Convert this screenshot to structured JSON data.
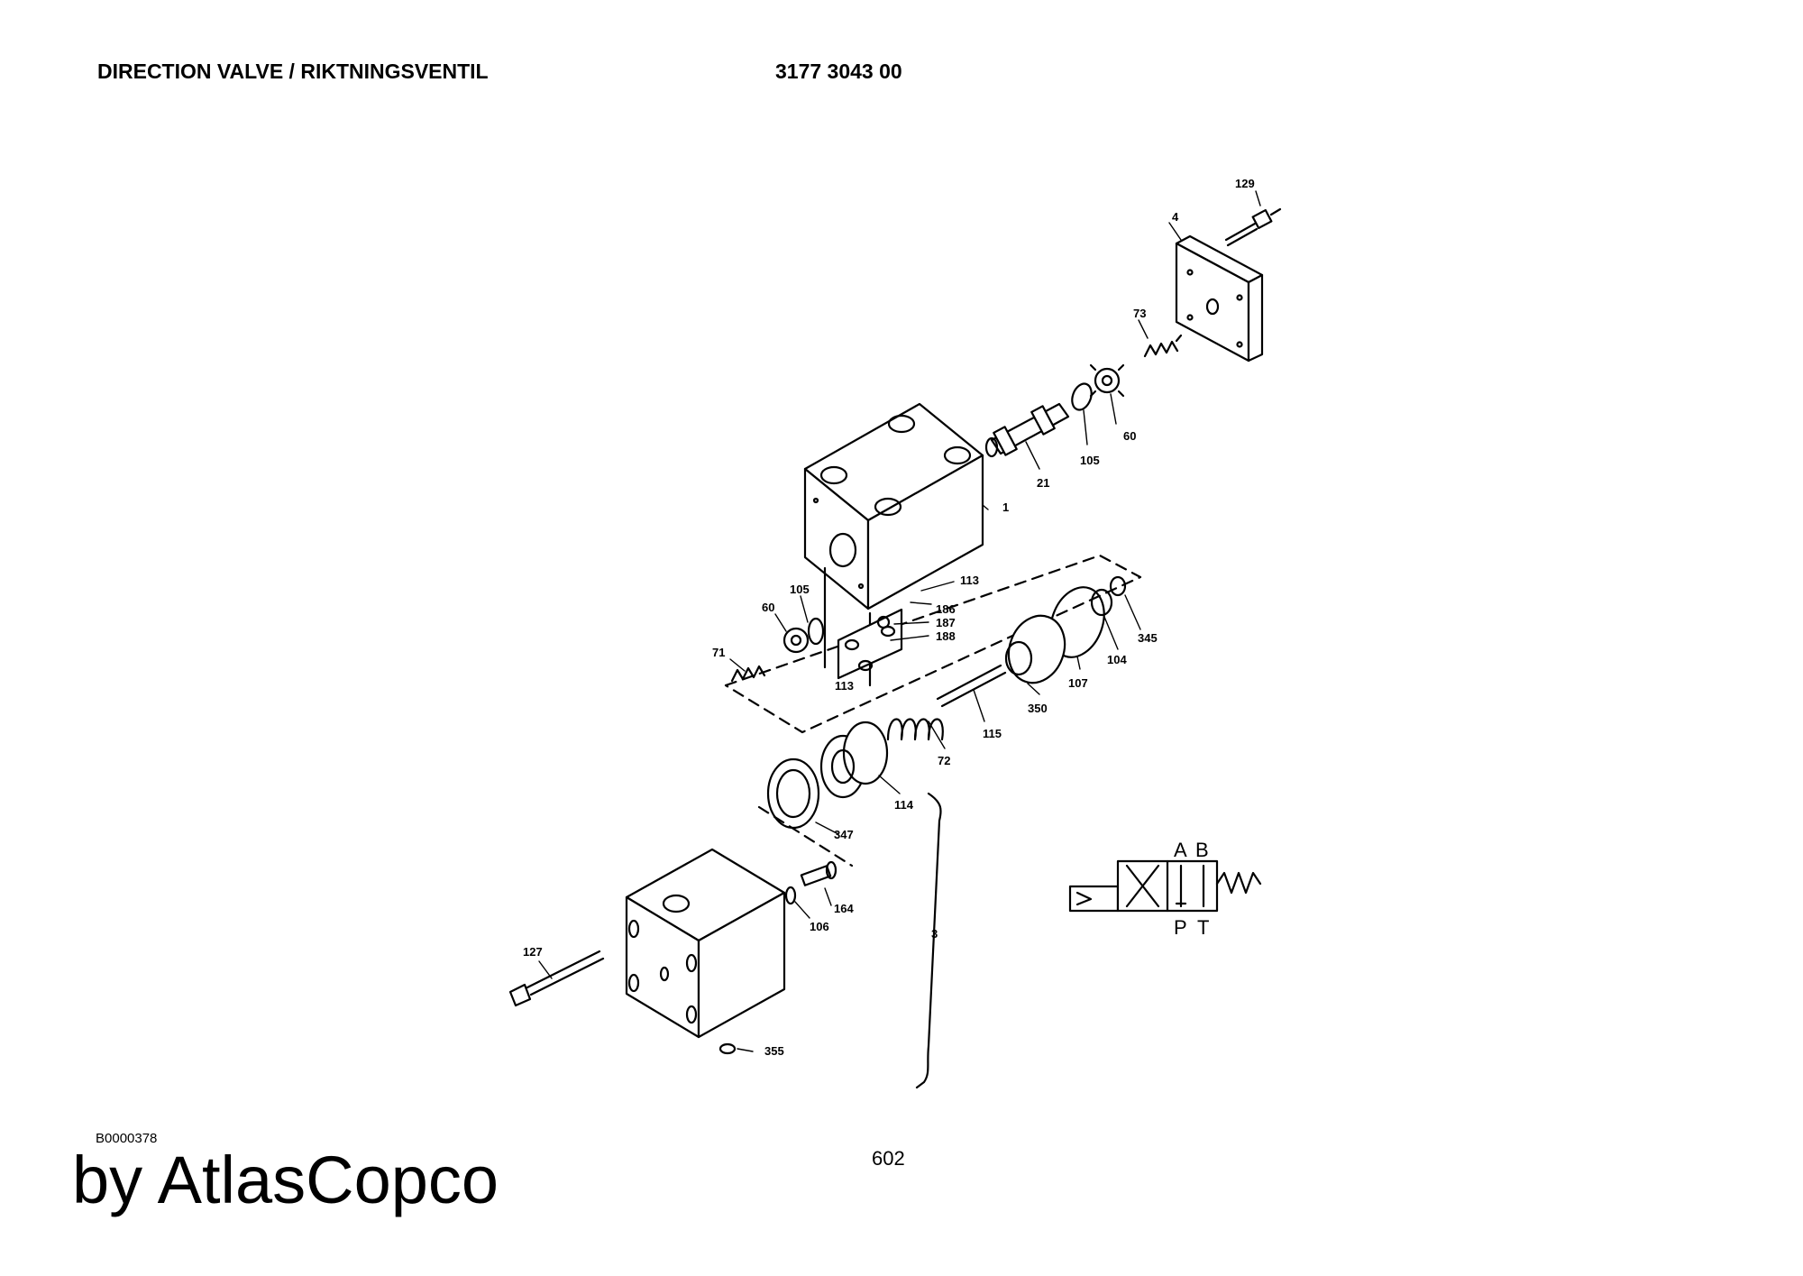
{
  "header": {
    "title": "DIRECTION VALVE / RIKTNINGSVENTIL",
    "part_number": "3177 3043 00"
  },
  "callouts": [
    "129",
    "4",
    "73",
    "60",
    "105",
    "21",
    "1",
    "113",
    "186",
    "187",
    "188",
    "105",
    "60",
    "71",
    "113",
    "345",
    "104",
    "107",
    "350",
    "115",
    "72",
    "114",
    "347",
    "164",
    "106",
    "127",
    "355",
    "3"
  ],
  "symbol": {
    "port_a": "A",
    "port_b": "B",
    "port_p": "P",
    "port_t": "T"
  },
  "footer": {
    "drawing_code": "B0000378",
    "page_number": "602",
    "brand": "by AtlasCopco"
  }
}
